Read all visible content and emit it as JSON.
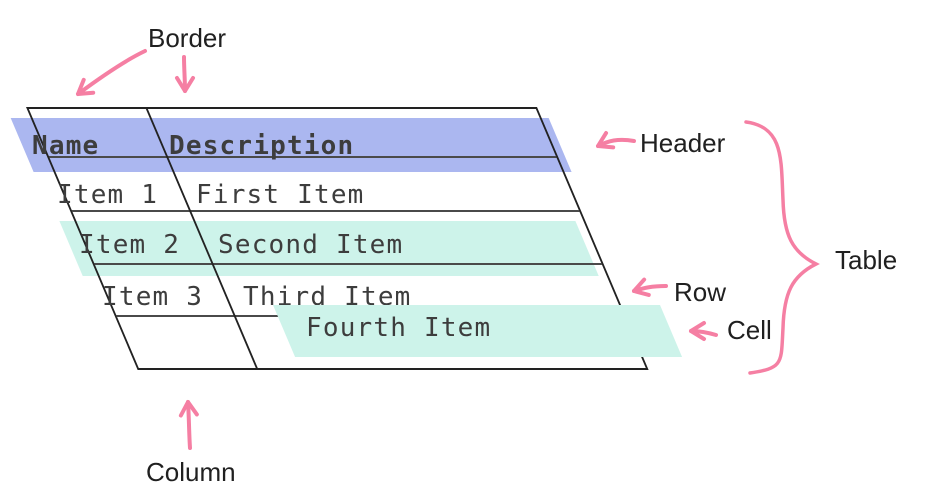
{
  "diagram": {
    "annotations": {
      "border": "Border",
      "header": "Header",
      "table": "Table",
      "row": "Row",
      "cell": "Cell",
      "column": "Column"
    },
    "table": {
      "header": [
        "Name",
        "Description"
      ],
      "rows": [
        {
          "cells": [
            "Item 1",
            "First Item"
          ],
          "highlighted": false
        },
        {
          "cells": [
            "Item 2",
            "Second Item"
          ],
          "highlighted": true
        },
        {
          "cells": [
            "Item 3",
            "Third Item"
          ],
          "highlighted": false
        },
        {
          "cells": [
            "",
            "Fourth Item"
          ],
          "highlighted": false,
          "cell_highlighted": true
        }
      ]
    },
    "colors": {
      "header_highlight": "#abb7f0",
      "row_cell_highlight": "#cdf3ea",
      "annotation_pink": "#f57fa3",
      "table_text": "#3d3d3d",
      "label_text": "#202020",
      "table_border": "#222222",
      "grid_line": "#4a4a4a",
      "background": "#ffffff"
    }
  }
}
